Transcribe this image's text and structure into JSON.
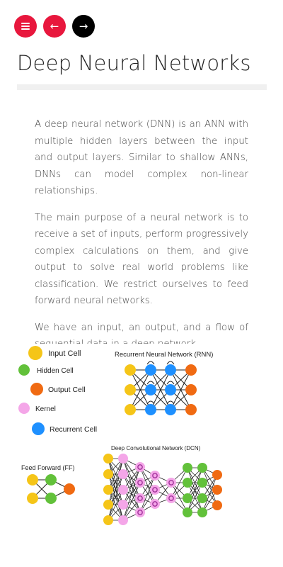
{
  "nav": {
    "menu_icon": "hamburger-icon",
    "back_icon": "left-arrow-icon",
    "forward_icon": "right-arrow-icon",
    "back_label": "←",
    "forward_label": "→",
    "colors": {
      "red": "#e8173d",
      "black": "#000000"
    }
  },
  "page": {
    "title": "Deep Neural Networks",
    "paragraphs": [
      "A deep neural network (DNN) is an ANN with multiple hidden layers between the input and output layers. Similar to shallow ANNs, DNNs can model complex non-linear relationships.",
      "The main purpose of a neural network is to receive a set of inputs, perform progressively complex calculations on them, and give output to solve real world problems like classification. We restrict ourselves to feed forward neural networks.",
      "We have an input, an output, and a flow of sequential data in a deep network."
    ]
  },
  "figure": {
    "legend": [
      {
        "label": "Input Cell",
        "color": "#f5c518"
      },
      {
        "label": "Hidden Cell",
        "color": "#62c13a"
      },
      {
        "label": "Output Cell",
        "color": "#f06a12"
      },
      {
        "label": "Kernel",
        "color": "#f4a6e8"
      },
      {
        "label": "Recurrent Cell",
        "color": "#1e90ff"
      }
    ],
    "rnn_title": "Recurrent Neural Network (RNN)",
    "dcn_title": "Deep Convolutional Network (DCN)",
    "ff_title": "Feed Forward (FF)"
  }
}
